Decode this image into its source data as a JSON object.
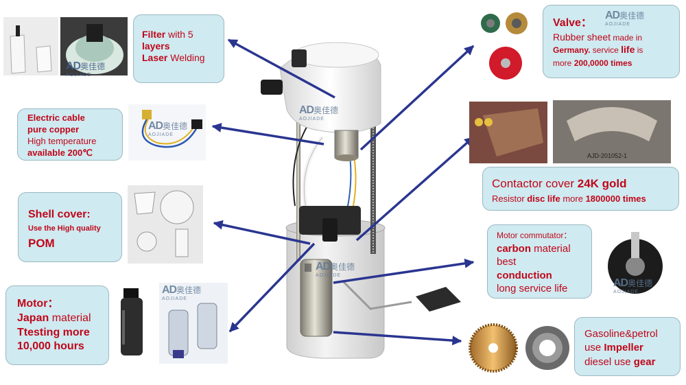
{
  "brand": {
    "chinese": "奥佳德",
    "english": "AOJIADE",
    "mark": "AD"
  },
  "callouts": {
    "filter": {
      "title": "Filter",
      "rest1": " with 5",
      "line2": "layers",
      "line3a": "Laser",
      "line3b": " Welding"
    },
    "cable": {
      "line1": "Electric cable",
      "line2": "pure copper",
      "line3": "High temperature",
      "line4": "available 200℃"
    },
    "shell": {
      "title": "Shell  cover:",
      "line2": "Use the High quality",
      "line3": "POM"
    },
    "motor": {
      "line1": "Motor：",
      "line2a": "Japan",
      "line2b": " material",
      "line3": "Ttesting more",
      "line4": "10,000 hours"
    },
    "valve": {
      "title": "Valve：",
      "line2a": "Rubber sheet",
      "line2b": " made in",
      "line3a": "Germany.",
      "line3b": " service ",
      "line3c": "life",
      "line3d": "  is",
      "line4a": "more  ",
      "line4b": "200,0000 times"
    },
    "contactor": {
      "line1a": "Contactor  cover ",
      "line1b": "24K gold",
      "line2a": "Resistor ",
      "line2b": "disc life",
      "line2c": " more ",
      "line2d": "1800000 times"
    },
    "commutator": {
      "line1": "Motor commutator：",
      "line2a": "carbon",
      "line2b": " material",
      "line3": "best",
      "line4": "conduction",
      "line5": "long service  life"
    },
    "gasoline": {
      "line1": "Gasoline&petrol",
      "line2a": "use ",
      "line2b": "Impeller",
      "line3a": "diesel use ",
      "line3b": "gear"
    }
  },
  "resistor_label": "AJD-201052-1",
  "colors": {
    "arrow": "#2a3590",
    "callout_bg": "#cfeaf0",
    "callout_text": "#c0061a",
    "callout_border": "#9bb8c2"
  }
}
